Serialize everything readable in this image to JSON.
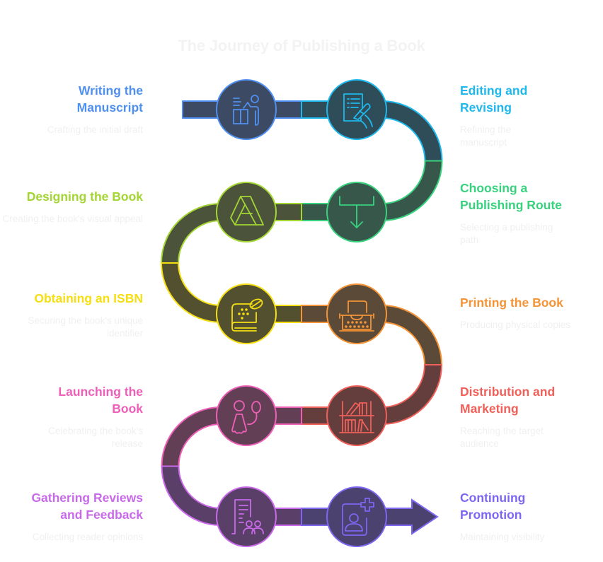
{
  "title": "The Journey of Publishing a Book",
  "steps": [
    {
      "title": "Writing the Manuscript",
      "desc": "Crafting the initial draft",
      "color": "#4f8ff0",
      "fill": "#3d4a63",
      "icon": "writer-at-desk-icon",
      "side": "left"
    },
    {
      "title": "Editing and Revising",
      "desc": "Refining the manuscript",
      "color": "#1fb8ec",
      "fill": "#2f4d58",
      "icon": "document-edit-icon",
      "side": "right"
    },
    {
      "title": "Choosing a Publishing Route",
      "desc": "Selecting a publishing path",
      "color": "#38d27f",
      "fill": "#37574a",
      "icon": "route-arrow-down-icon",
      "side": "right"
    },
    {
      "title": "Designing the Book",
      "desc": "Creating the book's visual appeal",
      "color": "#a4d633",
      "fill": "#4b533a",
      "icon": "design-logo-icon",
      "side": "left"
    },
    {
      "title": "Obtaining an ISBN",
      "desc": "Securing the book's unique identifier",
      "color": "#f5df12",
      "fill": "#535030",
      "icon": "book-id-icon",
      "side": "left"
    },
    {
      "title": "Printing the Book",
      "desc": "Producing physical copies",
      "color": "#f49436",
      "fill": "#5c4a38",
      "icon": "typewriter-icon",
      "side": "right"
    },
    {
      "title": "Distribution and Marketing",
      "desc": "Reaching the target audience",
      "color": "#f0605a",
      "fill": "#633e3d",
      "icon": "bookshelf-icon",
      "side": "right"
    },
    {
      "title": "Launching the Book",
      "desc": "Celebrating the book's release",
      "color": "#ee5fb8",
      "fill": "#633f56",
      "icon": "child-balloon-icon",
      "side": "left"
    },
    {
      "title": "Gathering Reviews and Feedback",
      "desc": "Collecting reader opinions",
      "color": "#c86ae9",
      "fill": "#5a3f68",
      "icon": "document-users-icon",
      "side": "left"
    },
    {
      "title": "Continuing Promotion",
      "desc": "Maintaining visibility",
      "color": "#7d66f0",
      "fill": "#4b426f",
      "icon": "profile-add-icon",
      "side": "right"
    }
  ]
}
